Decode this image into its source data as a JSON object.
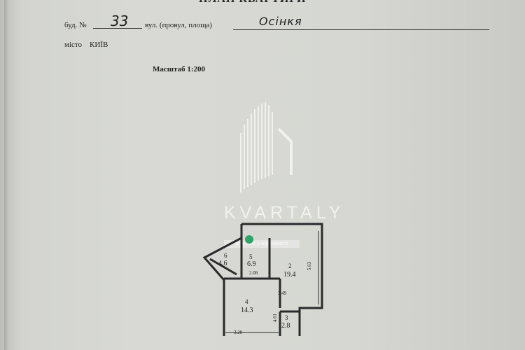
{
  "header": {
    "title": "ПЛАН КВАРТИРИ"
  },
  "address": {
    "bud_label": "буд. №",
    "bud_value": "33",
    "street_label": "вул. (провул, площа)",
    "street_value": "Осінкя",
    "city_label": "місто",
    "city_value": "КИЇВ"
  },
  "scale": "Масштаб 1:200",
  "watermark": {
    "name": "KVARTALY",
    "sub": "агенство з нерухомості"
  },
  "rooms": [
    {
      "number": "6",
      "area": "4.6"
    },
    {
      "number": "5",
      "area": "6.9"
    },
    {
      "number": "2",
      "area": "19.4"
    },
    {
      "number": "4",
      "area": "14.3"
    },
    {
      "number": "3",
      "area": "2.8"
    }
  ],
  "dimensions": [
    "2.08",
    "5.63",
    "3.49",
    "4.61",
    "3.20"
  ]
}
